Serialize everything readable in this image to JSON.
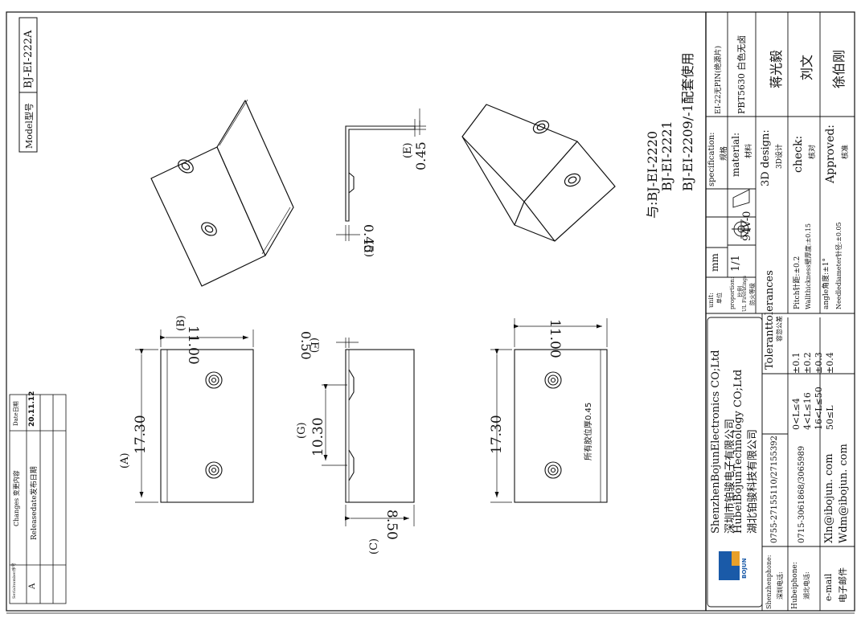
{
  "model": {
    "label": "Model型号",
    "value": "BJ-EI-222A"
  },
  "revision": {
    "serial_header": "Serialnumber序号",
    "changes_header": "Changes 变更内容",
    "date_header": "Date日期",
    "row_serial": "A",
    "row_change": "Releasedate发布日期",
    "row_date": "20.11.12"
  },
  "compat": {
    "line1": "与:BJ-EI-2220",
    "line2": "BJ-EI-2221",
    "line3": "BJ-EI-2209/-1配套使用"
  },
  "dimensions": {
    "a_label": "(A)",
    "a_value": "17.30",
    "b_label": "(B)",
    "b_value": "11.00",
    "c_label": "(C)",
    "c_value": "8.50",
    "d_label": "(D)",
    "d_value": "0.45",
    "e_label": "(E)",
    "e_value": "0.45",
    "f_label": "(F)",
    "f_value": "0.50",
    "g_label": "(G)",
    "g_value": "10.30",
    "front_height": "17.30",
    "front_width": "11.00",
    "glue_note": "所有胶位厚0.45"
  },
  "company": {
    "name_en1": "ShenzhenBojunElectronics CO;Ltd",
    "name_cn1": "深圳市铂骏电子有限公司",
    "name_en2": "HubeiBojunTechnology CO;Ltd",
    "name_cn2": "湖北铂骏科技有限公司",
    "logo_text": "BOJUN",
    "sz_phone_label": "Shenzhenphone:",
    "sz_phone_label_cn": "深圳电话:",
    "sz_phone": "0755-27155110/27155392",
    "hb_phone_label": "Hubeiphone:",
    "hb_phone_label_cn": "湖北电话:",
    "hb_phone": "0715-3061868/3065989",
    "email_label": "e-mail",
    "email_label_cn": "电子邮件",
    "email1": "Xln@ibojun. com",
    "email2": "Wdm@ibojun. com"
  },
  "tolerances": {
    "title": "Toleranttolerances",
    "title_cn": "容忽公差",
    "ranges": [
      "0<L≤4",
      "4<L≤16",
      "16<L≤50",
      "50≤L"
    ],
    "values": [
      "±0.1",
      "±0.2",
      "±0.3",
      "±0.4"
    ],
    "pitch": "Pitch针距:±0.2",
    "wall": "Wallthickness壁厚度:±0.15",
    "angle": "angle角度:±1°",
    "needle": "Needlediameter针径:±0.05"
  },
  "info": {
    "unit_label": "unit:",
    "unit_label_cn": "单位",
    "unit_value": "mm",
    "proportion_label": "proportion:",
    "proportion_label_cn": "比例",
    "proportion_value": "1/1",
    "ul_label": "UL Fireratings",
    "ul_label_cn": "防火等级",
    "ul_value": "94V-0"
  },
  "spec": {
    "spec_label": "specification:",
    "spec_label_cn": "规格",
    "spec_value": "EI-22无PIN(绝源片)",
    "material_label": "material:",
    "material_label_cn": "材料",
    "material_value": "PBT5630 白色无卤",
    "design_label": "3D design:",
    "design_label_cn": "3D设计",
    "design_value": "蒋光毅",
    "check_label": "check:",
    "check_label_cn": "核对",
    "check_value": "刘文",
    "approved_label": "Approved:",
    "approved_label_cn": "核准",
    "approved_value": "徐伯刚"
  }
}
